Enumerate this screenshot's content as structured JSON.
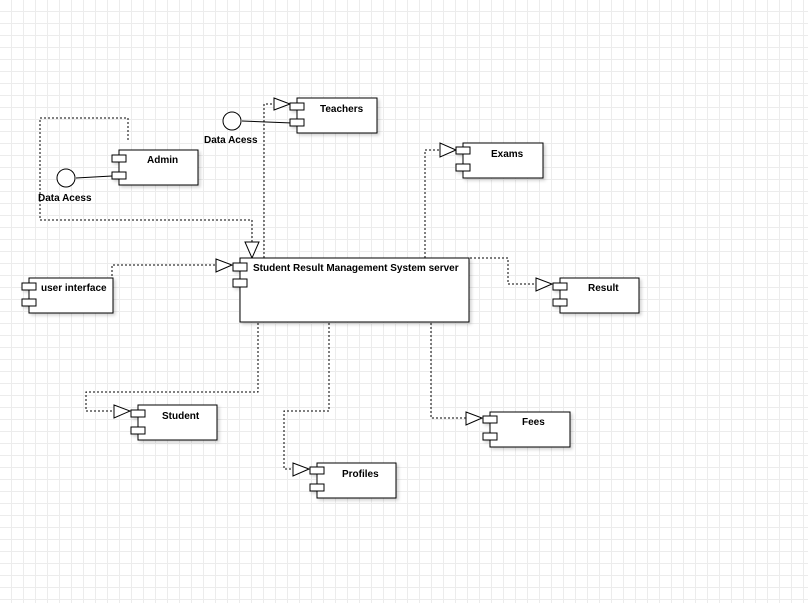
{
  "diagram": {
    "server": {
      "label": "Student Result Management System server"
    },
    "components": {
      "teachers": "Teachers",
      "admin": "Admin",
      "exams": "Exams",
      "user_interface": "user interface",
      "result": "Result",
      "student": "Student",
      "fees": "Fees",
      "profiles": "Profiles"
    },
    "interfaces": {
      "teachers_access": "Data Acess",
      "admin_access": "Data Acess"
    }
  }
}
